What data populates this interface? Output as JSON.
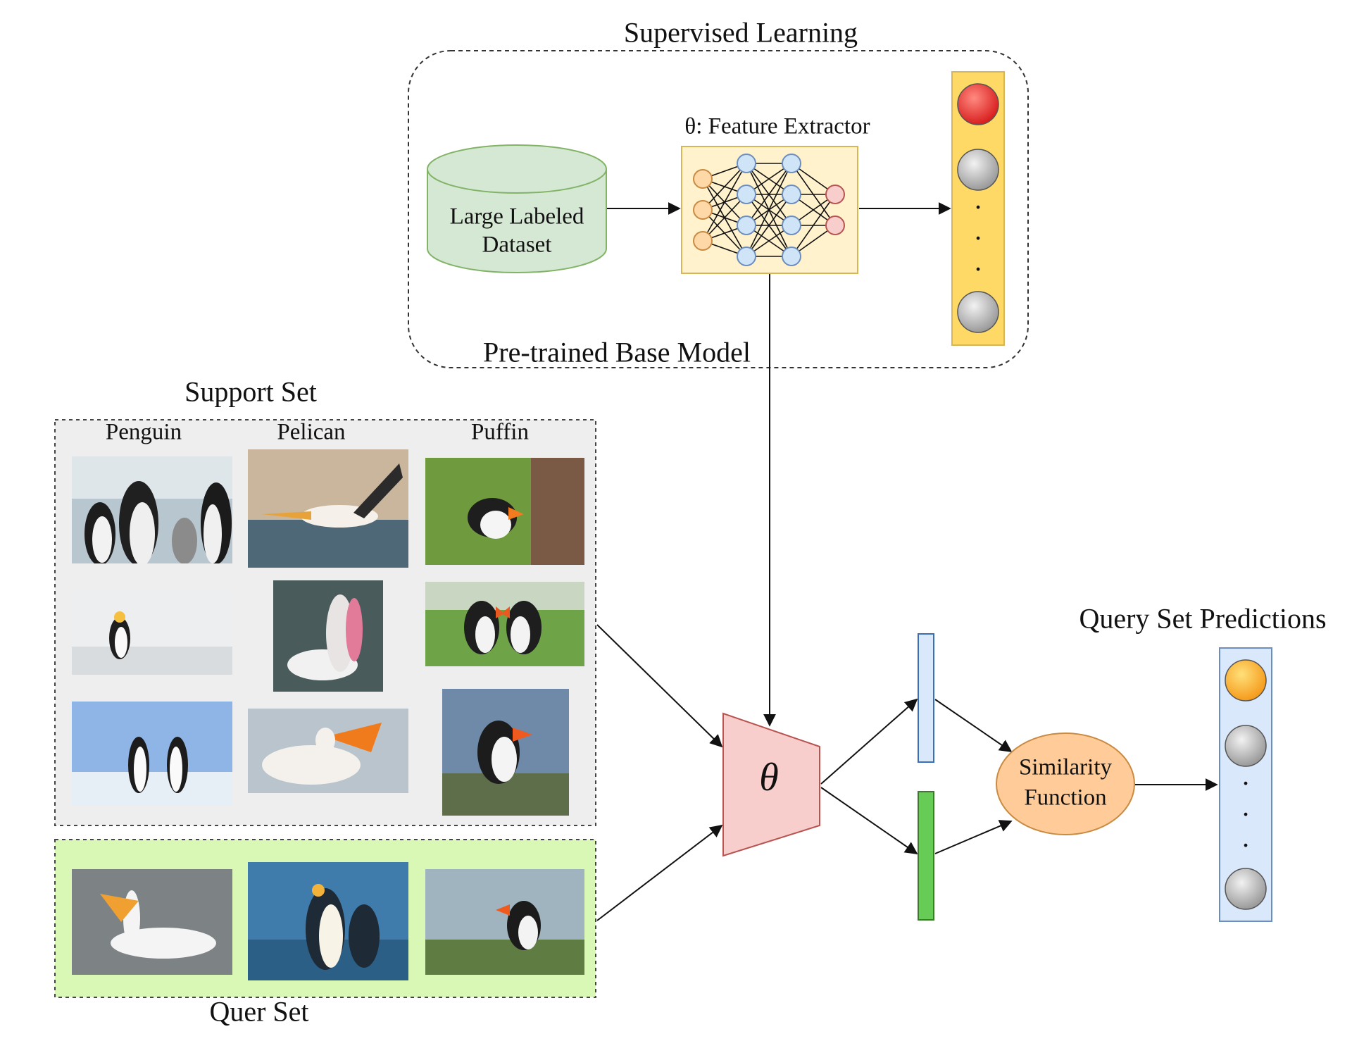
{
  "supervised": {
    "title": "Supervised Learning",
    "dataset_label_line1": "Large Labeled",
    "dataset_label_line2": "Dataset",
    "feature_extractor_label": "θ: Feature Extractor",
    "base_model_label": "Pre-trained Base Model",
    "output_dots": "·"
  },
  "support_set": {
    "title": "Support Set",
    "columns": [
      "Penguin",
      "Pelican",
      "Puffin"
    ]
  },
  "query_set": {
    "title": "Quer Set"
  },
  "model": {
    "theta_symbol": "θ"
  },
  "similarity": {
    "line1": "Similarity",
    "line2": "Function"
  },
  "predictions": {
    "title": "Query Set Predictions",
    "dots": "·"
  },
  "colors": {
    "dataset_fill": "#d5e8d4",
    "dataset_stroke": "#82b366",
    "extractor_fill": "#fff2cc",
    "extractor_stroke": "#d6b656",
    "output_column_fill": "#ffd966",
    "red_node": "#e8322f",
    "gray_node": "#bdbdbd",
    "theta_fill": "#f8cecc",
    "theta_stroke": "#b85450",
    "embed_blue": "#dae8fc",
    "embed_green": "#66cc55",
    "similarity_fill": "#ffcc99",
    "pred_column_fill": "#dae8fc",
    "orange_node": "#ffb030",
    "support_bg": "#eeeeee",
    "query_bg": "#d9f7b5"
  }
}
